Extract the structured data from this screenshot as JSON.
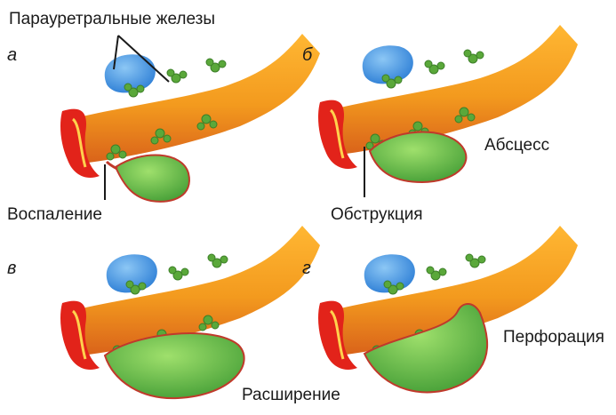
{
  "labels": {
    "paraurethral": "Парауретральные железы",
    "inflammation": "Воспаление",
    "abscess": "Абсцесс",
    "obstruction": "Обструкция",
    "dilation": "Расширение",
    "perforation": "Перфорация"
  },
  "panels": [
    "а",
    "б",
    "в",
    "г"
  ],
  "colors": {
    "urethra": "#f39a1e",
    "urethra_dark": "#d9621a",
    "meatus": "#e2231a",
    "meatus_highlight": "#ffd24d",
    "gland": "#5aa83a",
    "gland_light": "#8ed35a",
    "duct": "#5aa83a",
    "cyst": "#2e7fd6",
    "cyst_light": "#8cc7f5",
    "sac": "#4ca83d",
    "sac_light": "#8ed65f",
    "sac_border": "#c0392b",
    "line": "#1a1a1a"
  }
}
